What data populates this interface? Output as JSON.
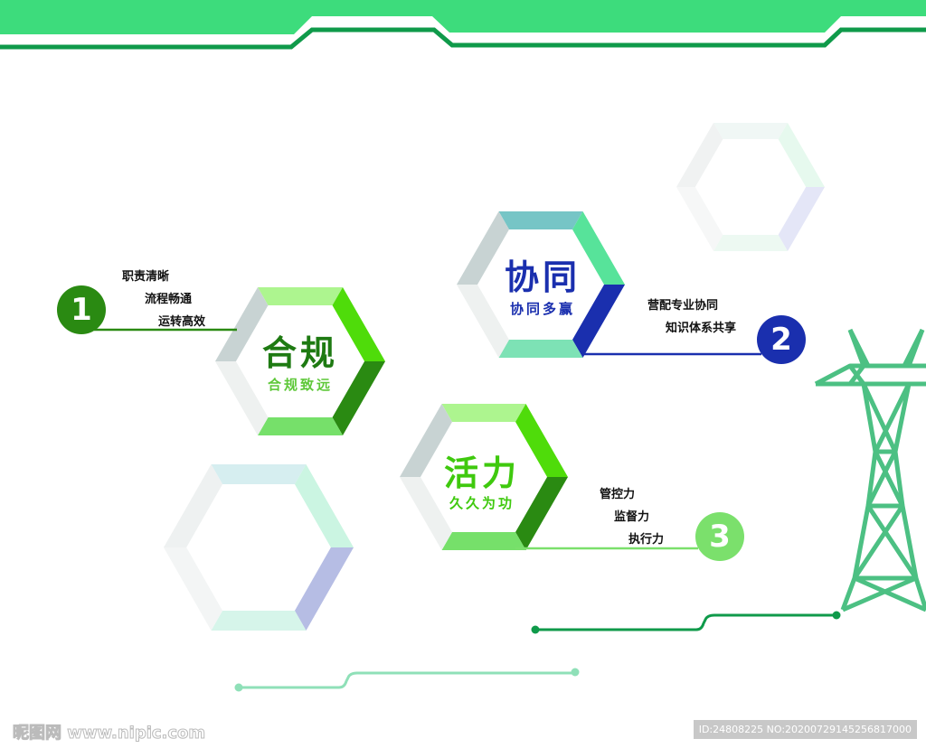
{
  "colors": {
    "banner": "#3ddc7c",
    "banner_line": "#0f9a4a",
    "tower": "#4cc083",
    "circuit_dark": "#0f9a4a",
    "circuit_light": "#8fe0b8"
  },
  "blocks": [
    {
      "title": "合规",
      "subtitle": "合规致远",
      "number": "1",
      "items": [
        "职责清晰",
        "流程畅通",
        "运转高效"
      ],
      "title_color": "#1e7a12",
      "subtitle_color": "#5fc83a",
      "number_color": "#2a8a12",
      "line_color": "#2a8a12"
    },
    {
      "title": "协同",
      "subtitle": "协同多赢",
      "number": "2",
      "items": [
        "营配专业协同",
        "知识体系共享"
      ],
      "title_color": "#1a2fae",
      "subtitle_color": "#1a2fae",
      "number_color": "#1a2fae",
      "line_color": "#1a2fae"
    },
    {
      "title": "活力",
      "subtitle": "久久为功",
      "number": "3",
      "items": [
        "管控力",
        "监督力",
        "执行力"
      ],
      "title_color": "#3fc90e",
      "subtitle_color": "#3fc90e",
      "number_color": "#7be06c",
      "line_color": "#7be06c"
    }
  ],
  "hexagons": [
    {
      "name": "hexagon-compliance",
      "colors": [
        "#adf58f",
        "#4fdc0a",
        "#2a8a12",
        "#76e06a",
        "#eef1f0",
        "#c8d3d3"
      ]
    },
    {
      "name": "hexagon-synergy",
      "colors": [
        "#76c5c6",
        "#57e39a",
        "#1a2fae",
        "#7de2b5",
        "#eef1f0",
        "#c8d3d3"
      ]
    },
    {
      "name": "hexagon-vitality",
      "colors": [
        "#adf58f",
        "#4fdc0a",
        "#2a8a12",
        "#76e06a",
        "#eef1f0",
        "#c8d3d3"
      ]
    },
    {
      "name": "hexagon-decor-large",
      "colors": [
        "#d6eef0",
        "#cbf5e2",
        "#b6bde4",
        "#d6f5ea",
        "#f3f5f5",
        "#eef1f1"
      ]
    },
    {
      "name": "hexagon-decor-small",
      "colors": [
        "#f0f7f5",
        "#e6f9ee",
        "#e4e6f7",
        "#edf9f2",
        "#f6f7f7",
        "#f0f2f2"
      ]
    }
  ],
  "watermark": {
    "site": "昵图网 www.nipic.com",
    "id": "ID:24808225 NO:20200729145256817000"
  }
}
